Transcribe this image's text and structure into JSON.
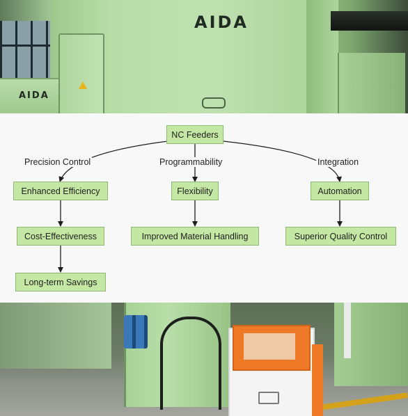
{
  "photos": {
    "top_brand_main": "AIDA",
    "top_brand_side": "AIDA"
  },
  "diagram": {
    "root": {
      "id": "root",
      "label": "NC Feeders"
    },
    "branches": [
      {
        "edge_label": "Precision Control",
        "nodes": [
          "Enhanced Efficiency",
          "Cost-Effectiveness",
          "Long-term Savings"
        ]
      },
      {
        "edge_label": "Programmability",
        "nodes": [
          "Flexibility",
          "Improved Material Handling"
        ]
      },
      {
        "edge_label": "Integration",
        "nodes": [
          "Automation",
          "Superior Quality Control"
        ]
      }
    ],
    "colors": {
      "node_fill": "#c5e7a4",
      "node_border": "#8fb876",
      "edge": "#1e1e1e",
      "band_background": "#f8f8f8"
    }
  }
}
